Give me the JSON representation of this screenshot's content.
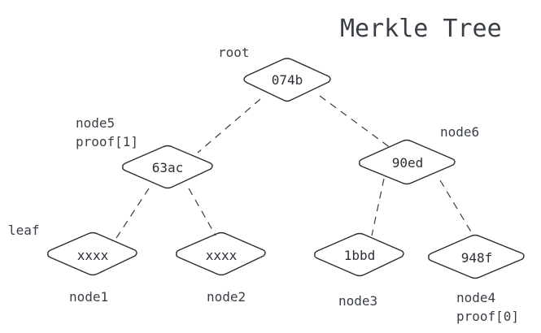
{
  "title": "Merkle Tree",
  "nodes": {
    "root": {
      "hash": "074b",
      "labels": [
        "root"
      ]
    },
    "node5": {
      "hash": "63ac",
      "labels": [
        "node5",
        "proof[1]"
      ]
    },
    "node6": {
      "hash": "90ed",
      "labels": [
        "node6"
      ]
    },
    "node1": {
      "hash": "xxxx",
      "labels": [
        "node1"
      ]
    },
    "node2": {
      "hash": "xxxx",
      "labels": [
        "node2"
      ]
    },
    "node3": {
      "hash": "1bbd",
      "labels": [
        "node3"
      ]
    },
    "node4": {
      "hash": "948f",
      "labels": [
        "node4",
        "proof[0]"
      ]
    }
  },
  "annotations": {
    "leaf_label": "leaf"
  },
  "edges": [
    [
      "root",
      "node5"
    ],
    [
      "root",
      "node6"
    ],
    [
      "node5",
      "node1"
    ],
    [
      "node5",
      "node2"
    ],
    [
      "node6",
      "node3"
    ],
    [
      "node6",
      "node4"
    ]
  ],
  "colors": {
    "text": "#3a3f47",
    "stroke": "#2b2b2b",
    "background": "#ffffff"
  }
}
